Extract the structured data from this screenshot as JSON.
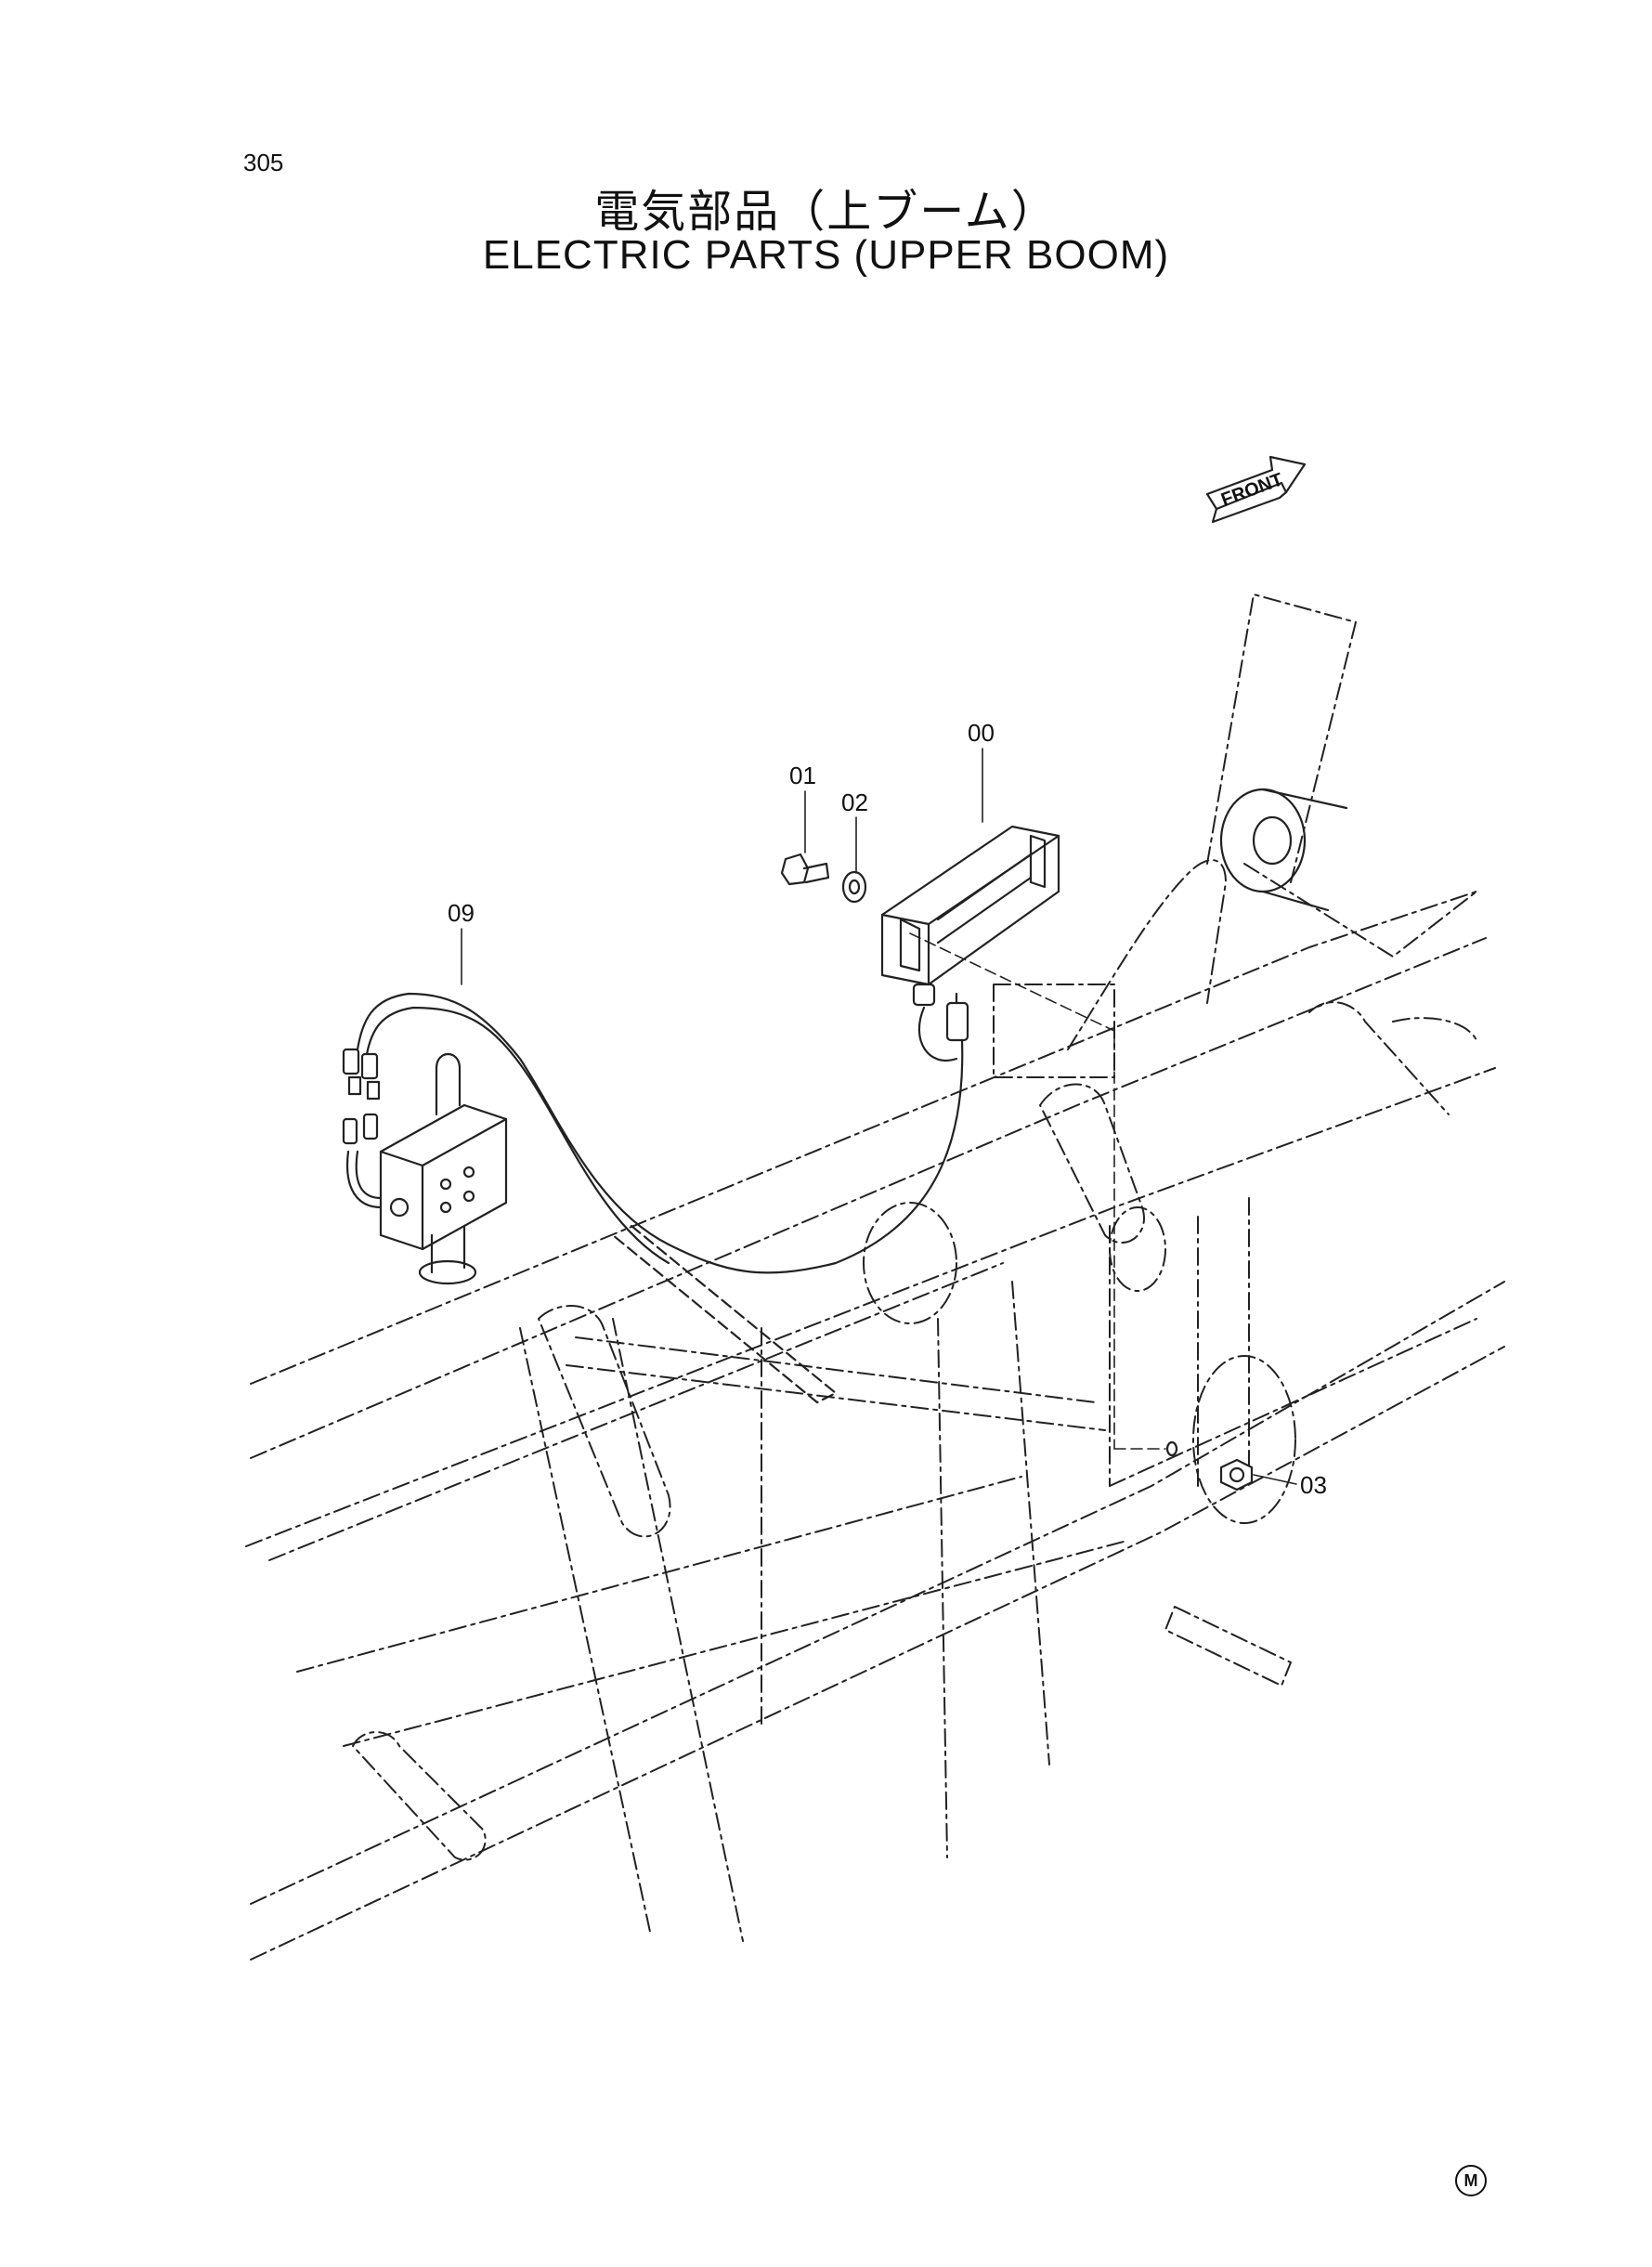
{
  "page_number": "305",
  "title_jp": "電気部品（上ブーム）",
  "title_en": "ELECTRIC PARTS (UPPER BOOM)",
  "front_label": "FRONT",
  "callouts": {
    "c00": "00",
    "c01": "01",
    "c02": "02",
    "c03": "03",
    "c09": "09"
  },
  "manufacturer_mark": "M"
}
